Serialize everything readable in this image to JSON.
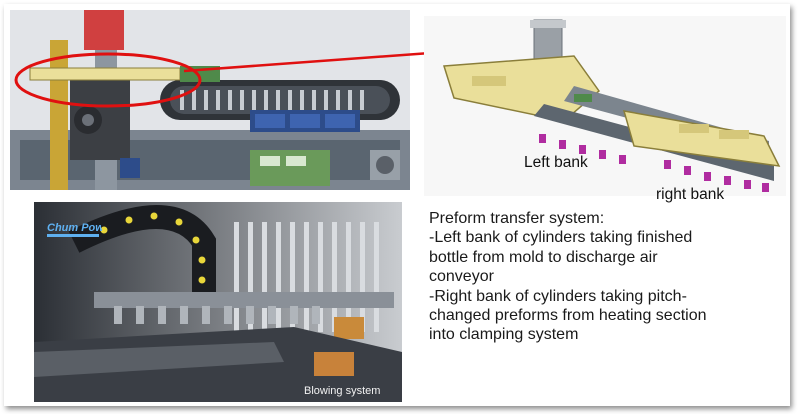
{
  "labels": {
    "left_bank": "Left bank",
    "right_bank": "right bank"
  },
  "description": {
    "lines": [
      "Preform transfer system:",
      "-Left bank of cylinders taking finished",
      "bottle from mold to discharge air",
      "conveyor",
      "-Right bank of cylinders taking pitch-",
      "changed preforms from heating section",
      "into clamping system"
    ]
  },
  "photo": {
    "caption": "Blowing system",
    "logo": "Chum Power"
  },
  "colors": {
    "highlight_ellipse": "#e01010",
    "arrow": "#e01010",
    "rail_yellow": "#eadf9a",
    "motor_gray": "#9aa0a6",
    "gripper_magenta": "#b02ca0",
    "machine_blue": "#2d4c8a",
    "machine_green": "#6a9a5a"
  },
  "icons": [
    "red-arrow-icon",
    "highlight-ellipse"
  ]
}
